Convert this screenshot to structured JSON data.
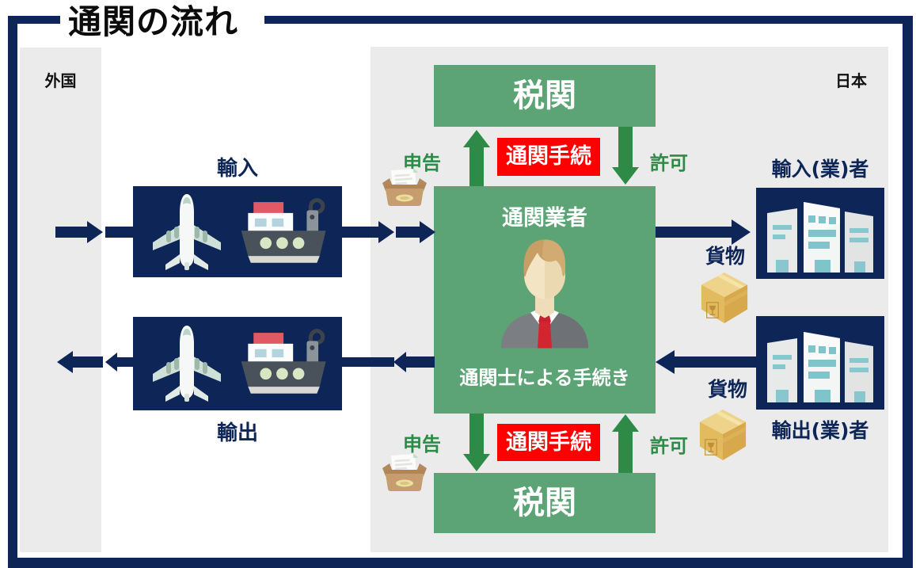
{
  "title": "通関の流れ",
  "regions": {
    "foreign": "外国",
    "japan": "日本"
  },
  "customs": {
    "top": "税関",
    "bottom": "税関"
  },
  "broker": {
    "name": "通関業者",
    "note": "通関士による手続き"
  },
  "procedures": {
    "top": "通関手続",
    "bottom": "通関手続"
  },
  "flow": {
    "declaration_top": "申告",
    "permission_top": "許可",
    "declaration_bottom": "申告",
    "permission_bottom": "許可"
  },
  "transport": {
    "import": "輸入",
    "export": "輸出"
  },
  "parties": {
    "importer": "輸入(業)者",
    "exporter": "輸出(業)者"
  },
  "cargo": {
    "top": "貨物",
    "bottom": "貨物"
  },
  "icons": {
    "airplane": "airplane-icon",
    "cargo_ship": "cargo-ship-icon",
    "inbox_tray": "inbox-tray-icon",
    "cargo_box": "cargo-box-icon",
    "buildings": "buildings-icon",
    "person": "person-icon"
  },
  "colors": {
    "navy": "#0e2557",
    "panel_green": "#5ca475",
    "accent_green": "#2e8b47",
    "procedure_red": "#fe0000",
    "panel_gray": "#ebebeb"
  }
}
